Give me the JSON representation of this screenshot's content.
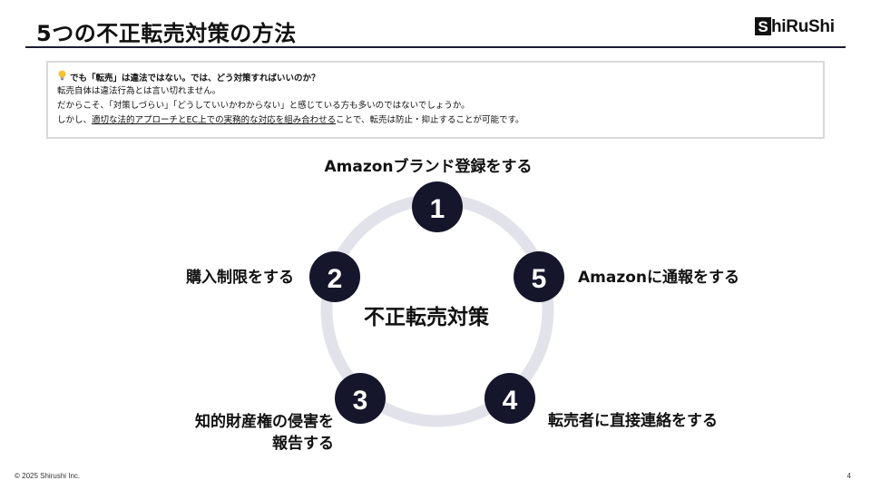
{
  "slide": {
    "title": "5つの不正転売対策の方法",
    "page_number": "4",
    "copyright": "© 2025 Shirushi Inc."
  },
  "logo": {
    "initial": "S",
    "rest": "hiRuShi"
  },
  "callout": {
    "icon": "lightbulb-icon",
    "headline": "でも「転売」は違法ではない。では、どう対策すればいいのか？",
    "line1": "転売自体は違法行為とは言い切れません。",
    "line2": "だからこそ、「対策しづらい」「どうしていいかわからない」と感じている方も多いのではないでしょうか。",
    "line3_prefix": "しかし、",
    "line3_underlined": "適切な法的アプローチとEC上での実務的な対応を組み合わせる",
    "line3_suffix": "ことで、転売は防止・抑止することが可能です。"
  },
  "diagram": {
    "center_label": "不正転売対策",
    "ring_color": "#e2e3ea",
    "node_color": "#15162b",
    "nodes": [
      {
        "number": "1",
        "label": "Amazonブランド登録をする"
      },
      {
        "number": "2",
        "label": "購入制限をする"
      },
      {
        "number": "3",
        "label_line1": "知的財産権の侵害を",
        "label_line2": "報告する"
      },
      {
        "number": "4",
        "label": "転売者に直接連絡をする"
      },
      {
        "number": "5",
        "label": "Amazonに通報をする"
      }
    ]
  }
}
